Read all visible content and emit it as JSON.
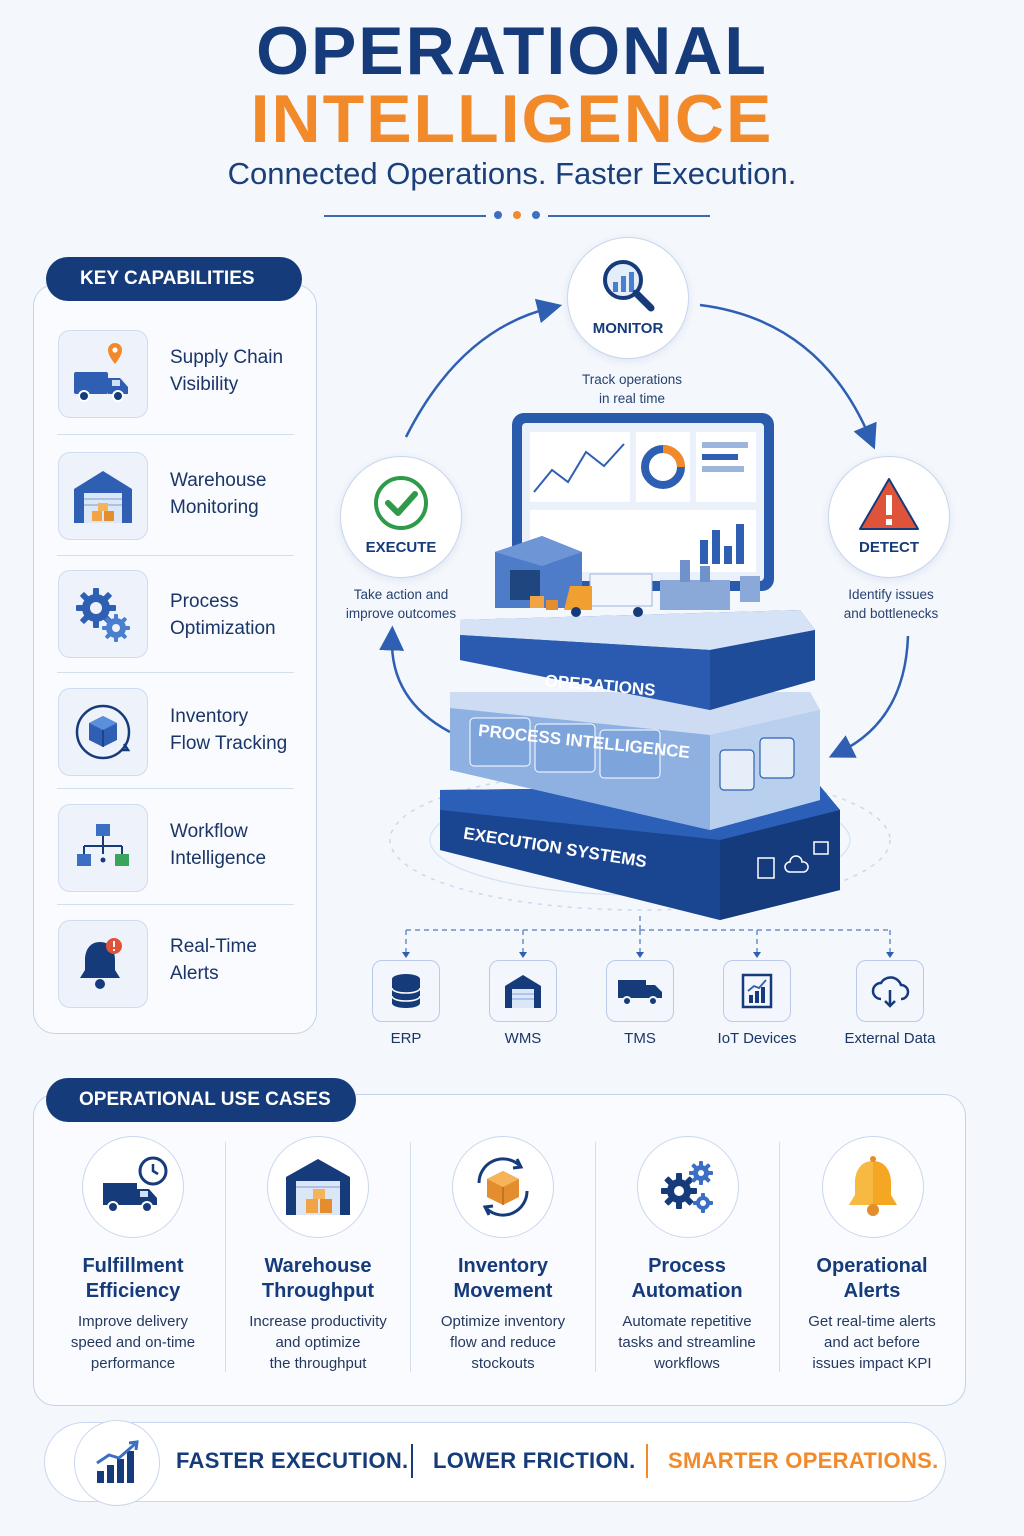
{
  "header": {
    "title_line1": "OPERATIONAL",
    "title_line2": "INTELLIGENCE",
    "subtitle": "Connected Operations. Faster Execution."
  },
  "colors": {
    "navy": "#163b7a",
    "orange": "#f28a2a",
    "blue": "#3b6fc4",
    "green": "#2e9a4a",
    "red": "#e0533b"
  },
  "key_capabilities": {
    "heading": "KEY CAPABILITIES",
    "items": [
      {
        "line1": "Supply Chain",
        "line2": "Visibility",
        "icon": "truck-location-icon"
      },
      {
        "line1": "Warehouse",
        "line2": "Monitoring",
        "icon": "warehouse-icon"
      },
      {
        "line1": "Process",
        "line2": "Optimization",
        "icon": "gears-icon"
      },
      {
        "line1": "Inventory",
        "line2": "Flow Tracking",
        "icon": "inventory-cycle-icon"
      },
      {
        "line1": "Workflow",
        "line2": "Intelligence",
        "icon": "workflow-icon"
      },
      {
        "line1": "Real-Time",
        "line2": "Alerts",
        "icon": "bell-alert-icon"
      }
    ]
  },
  "cycle": {
    "monitor": {
      "label": "MONITOR",
      "desc1": "Track operations",
      "desc2": "in real time"
    },
    "detect": {
      "label": "DETECT",
      "desc1": "Identify issues",
      "desc2": "and bottlenecks"
    },
    "execute": {
      "label": "EXECUTE",
      "desc1": "Take action and",
      "desc2": "improve outcomes"
    }
  },
  "stack": {
    "layer1": "OPERATIONS",
    "layer2": "PROCESS INTELLIGENCE",
    "layer3": "EXECUTION SYSTEMS"
  },
  "sources": [
    {
      "label": "ERP",
      "icon": "database-icon"
    },
    {
      "label": "WMS",
      "icon": "warehouse-icon"
    },
    {
      "label": "TMS",
      "icon": "truck-icon"
    },
    {
      "label": "IoT Devices",
      "icon": "iot-chart-icon"
    },
    {
      "label": "External Data",
      "icon": "cloud-icon"
    }
  ],
  "use_cases": {
    "heading": "OPERATIONAL USE CASES",
    "items": [
      {
        "title1": "Fulfillment",
        "title2": "Efficiency",
        "d1": "Improve delivery",
        "d2": "speed and on-time",
        "d3": "performance",
        "icon": "truck-clock-icon"
      },
      {
        "title1": "Warehouse",
        "title2": "Throughput",
        "d1": "Increase productivity",
        "d2": "and optimize",
        "d3": "the throughput",
        "icon": "warehouse-boxes-icon"
      },
      {
        "title1": "Inventory",
        "title2": "Movement",
        "d1": "Optimize inventory",
        "d2": "flow and reduce",
        "d3": "stockouts",
        "icon": "box-cycle-icon"
      },
      {
        "title1": "Process",
        "title2": "Automation",
        "d1": "Automate repetitive",
        "d2": "tasks and streamline",
        "d3": "workflows",
        "icon": "gears-icon"
      },
      {
        "title1": "Operational",
        "title2": "Alerts",
        "d1": "Get real-time alerts",
        "d2": "and act before",
        "d3": "issues impact KPI",
        "icon": "bell-icon"
      }
    ]
  },
  "footer": {
    "t1": "FASTER EXECUTION.",
    "t2": "LOWER FRICTION.",
    "t3": "SMARTER OPERATIONS."
  }
}
